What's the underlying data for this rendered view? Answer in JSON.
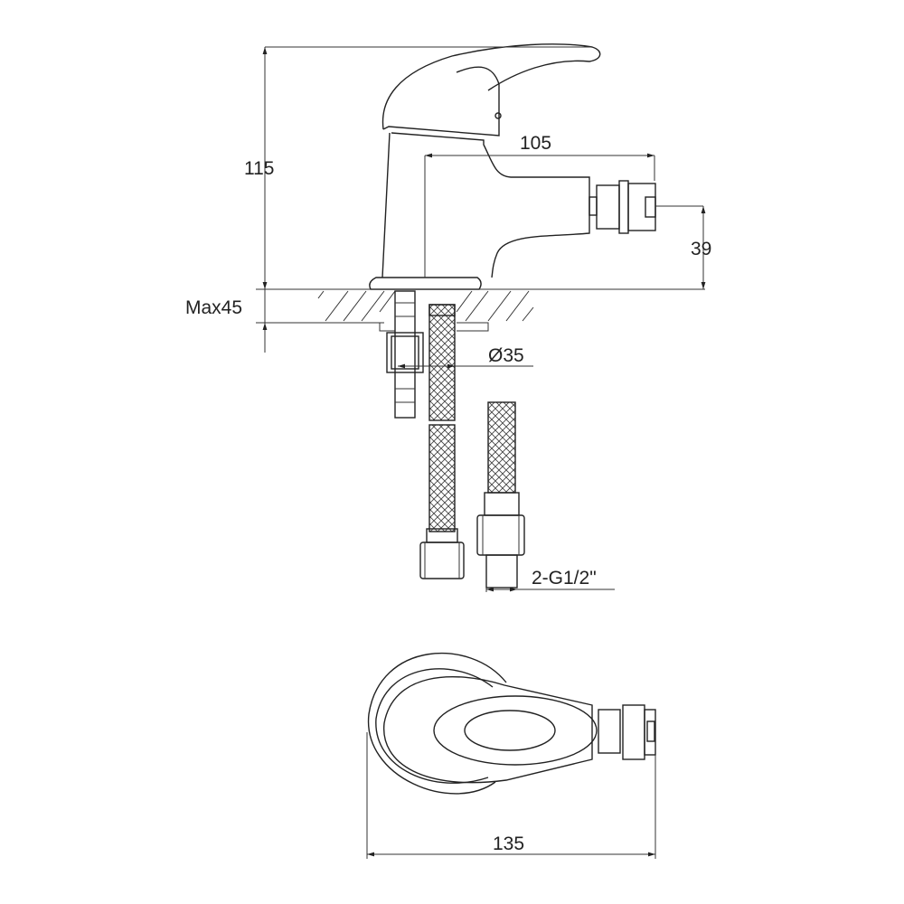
{
  "dimensions": {
    "total_height": "115",
    "spout_reach": "105",
    "spray_height": "39",
    "max_deck_thickness": "Max45",
    "hole_diameter": "Ø35",
    "connection_thread": "2-G1/2\"",
    "total_length": "135"
  },
  "colors": {
    "line": "#222222",
    "background": "#ffffff"
  }
}
